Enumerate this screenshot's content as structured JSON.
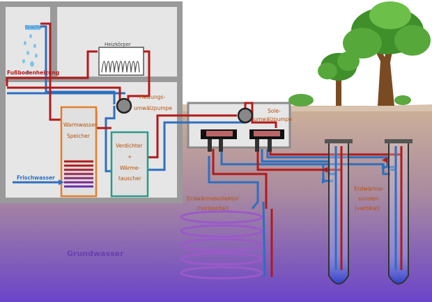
{
  "labels": {
    "dusche": "Dusche",
    "heizkoerper": "Heizkörper",
    "fussbodenheizung": "Fußbodenheizung",
    "heizungs_1": "Heizungs-",
    "heizungs_2": "umwälzpumpe",
    "warmwasser_1": "Warmwasser",
    "warmwasser_2": "Speicher",
    "verdichter_1": "Verdichter",
    "verdichter_2": "+",
    "verdichter_3": "Wärme-",
    "verdichter_4": "tauscher",
    "frischwasser": "Frischwasser",
    "sole_1": "Sole-",
    "sole_2": "umwälzpumpe",
    "kollektor_1": "Erdwärmekollektor",
    "kollektor_2": "(horizontal)",
    "sonden_1": "Erdwärme-",
    "sonden_2": "sonden",
    "sonden_3": "(vertikal)",
    "grundwasser": "Grundwasser"
  },
  "colors": {
    "hot_pipe": "#b11a1a",
    "cold_pipe": "#2c6fc0",
    "house_wall": "#9a9a9a",
    "room_fill": "#e6e6e6",
    "sky": "#ffffff",
    "ground_top": "#c7a98a",
    "ground_bottom": "#6a44c8",
    "label_orange": "#b5520c",
    "groundwater_text": "#6a3fb0",
    "collector_coil": "#9b59c9"
  }
}
